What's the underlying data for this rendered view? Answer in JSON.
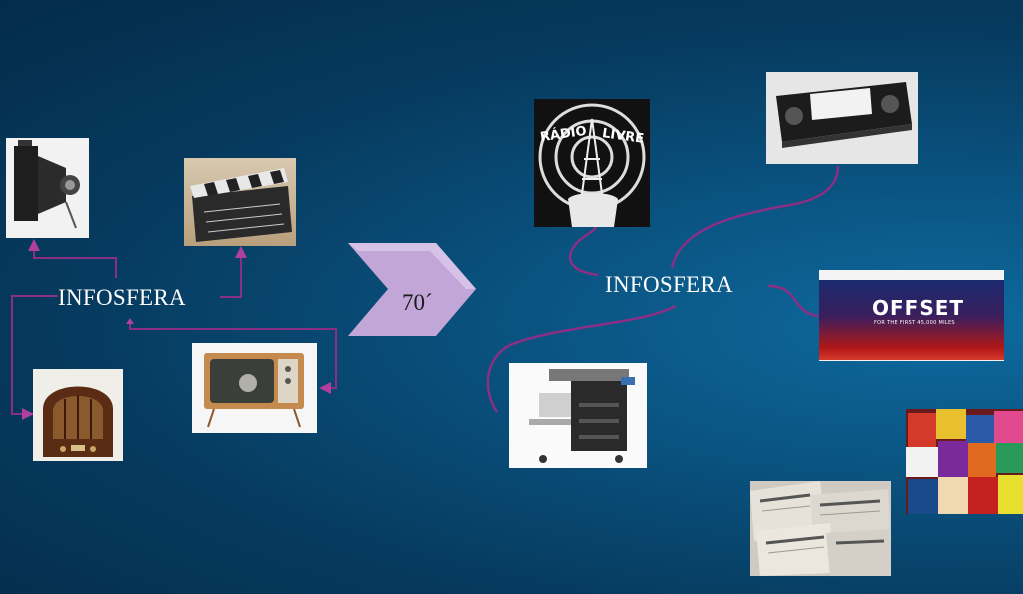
{
  "left_group": {
    "label": "INFOSFERA"
  },
  "era": {
    "label": "70´"
  },
  "right_group": {
    "label": "INFOSFERA"
  },
  "radio_livre": {
    "text_top": "RÁDIO",
    "text_right": "LIVRE"
  },
  "offset": {
    "title": "OFFSET",
    "subtitle": "FOR THE FIRST 45,000 MILES"
  },
  "colors": {
    "connector": "#8a2f86",
    "chevron_fill": "#c3a6d8",
    "background": "#063a5e"
  }
}
